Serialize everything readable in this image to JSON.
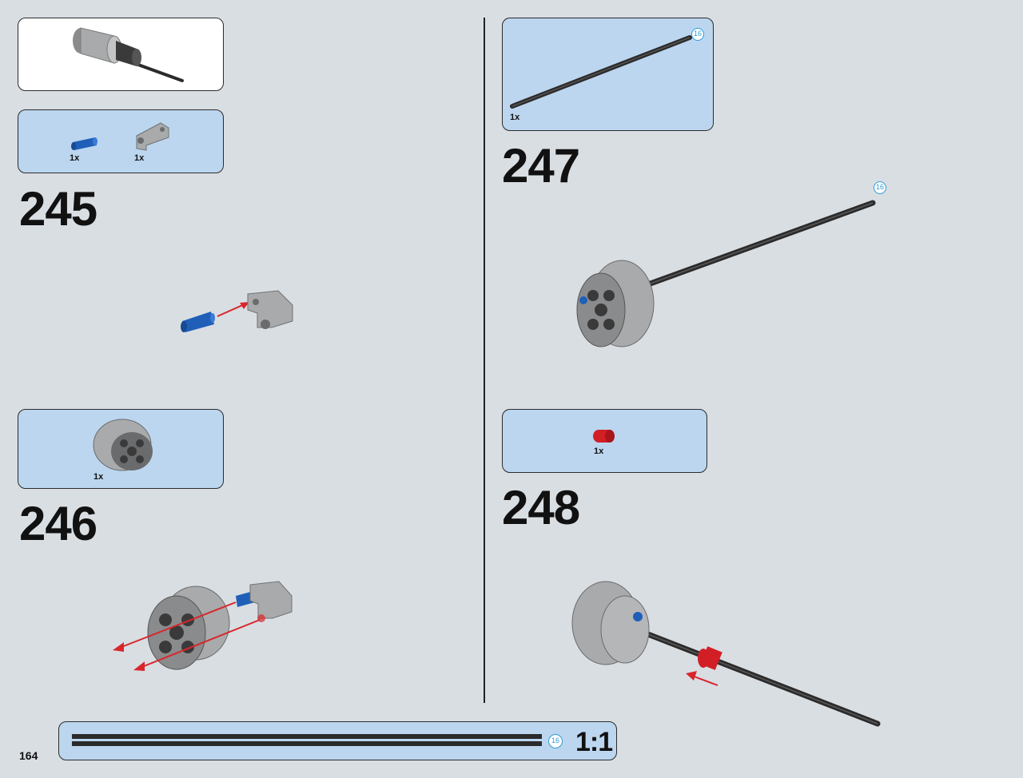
{
  "page": {
    "number": "164"
  },
  "scale_bar": {
    "ratio": "1:1",
    "length_badge": "16"
  },
  "steps": [
    {
      "number": "245",
      "parts": [
        {
          "qty": "1x",
          "name": "blue-axle-pin"
        },
        {
          "qty": "1x",
          "name": "gray-beam-connector"
        }
      ]
    },
    {
      "number": "246",
      "parts": [
        {
          "qty": "1x",
          "name": "gray-wheel-hub"
        }
      ]
    },
    {
      "number": "247",
      "parts": [
        {
          "qty": "1x",
          "name": "black-axle"
        }
      ],
      "length_badge": "16",
      "model_badge": "16"
    },
    {
      "number": "248",
      "parts": [
        {
          "qty": "1x",
          "name": "red-bush"
        }
      ]
    }
  ],
  "colors": {
    "background": "#d9dee3",
    "parts_panel": "#bcd6ef",
    "arrow": "#d8262b",
    "badge": "#2d9bd6",
    "blue_part": "#1f5fb8",
    "red_part": "#d21f26",
    "gray_part": "#a9aaab",
    "black_axle": "#2b2b2b"
  }
}
